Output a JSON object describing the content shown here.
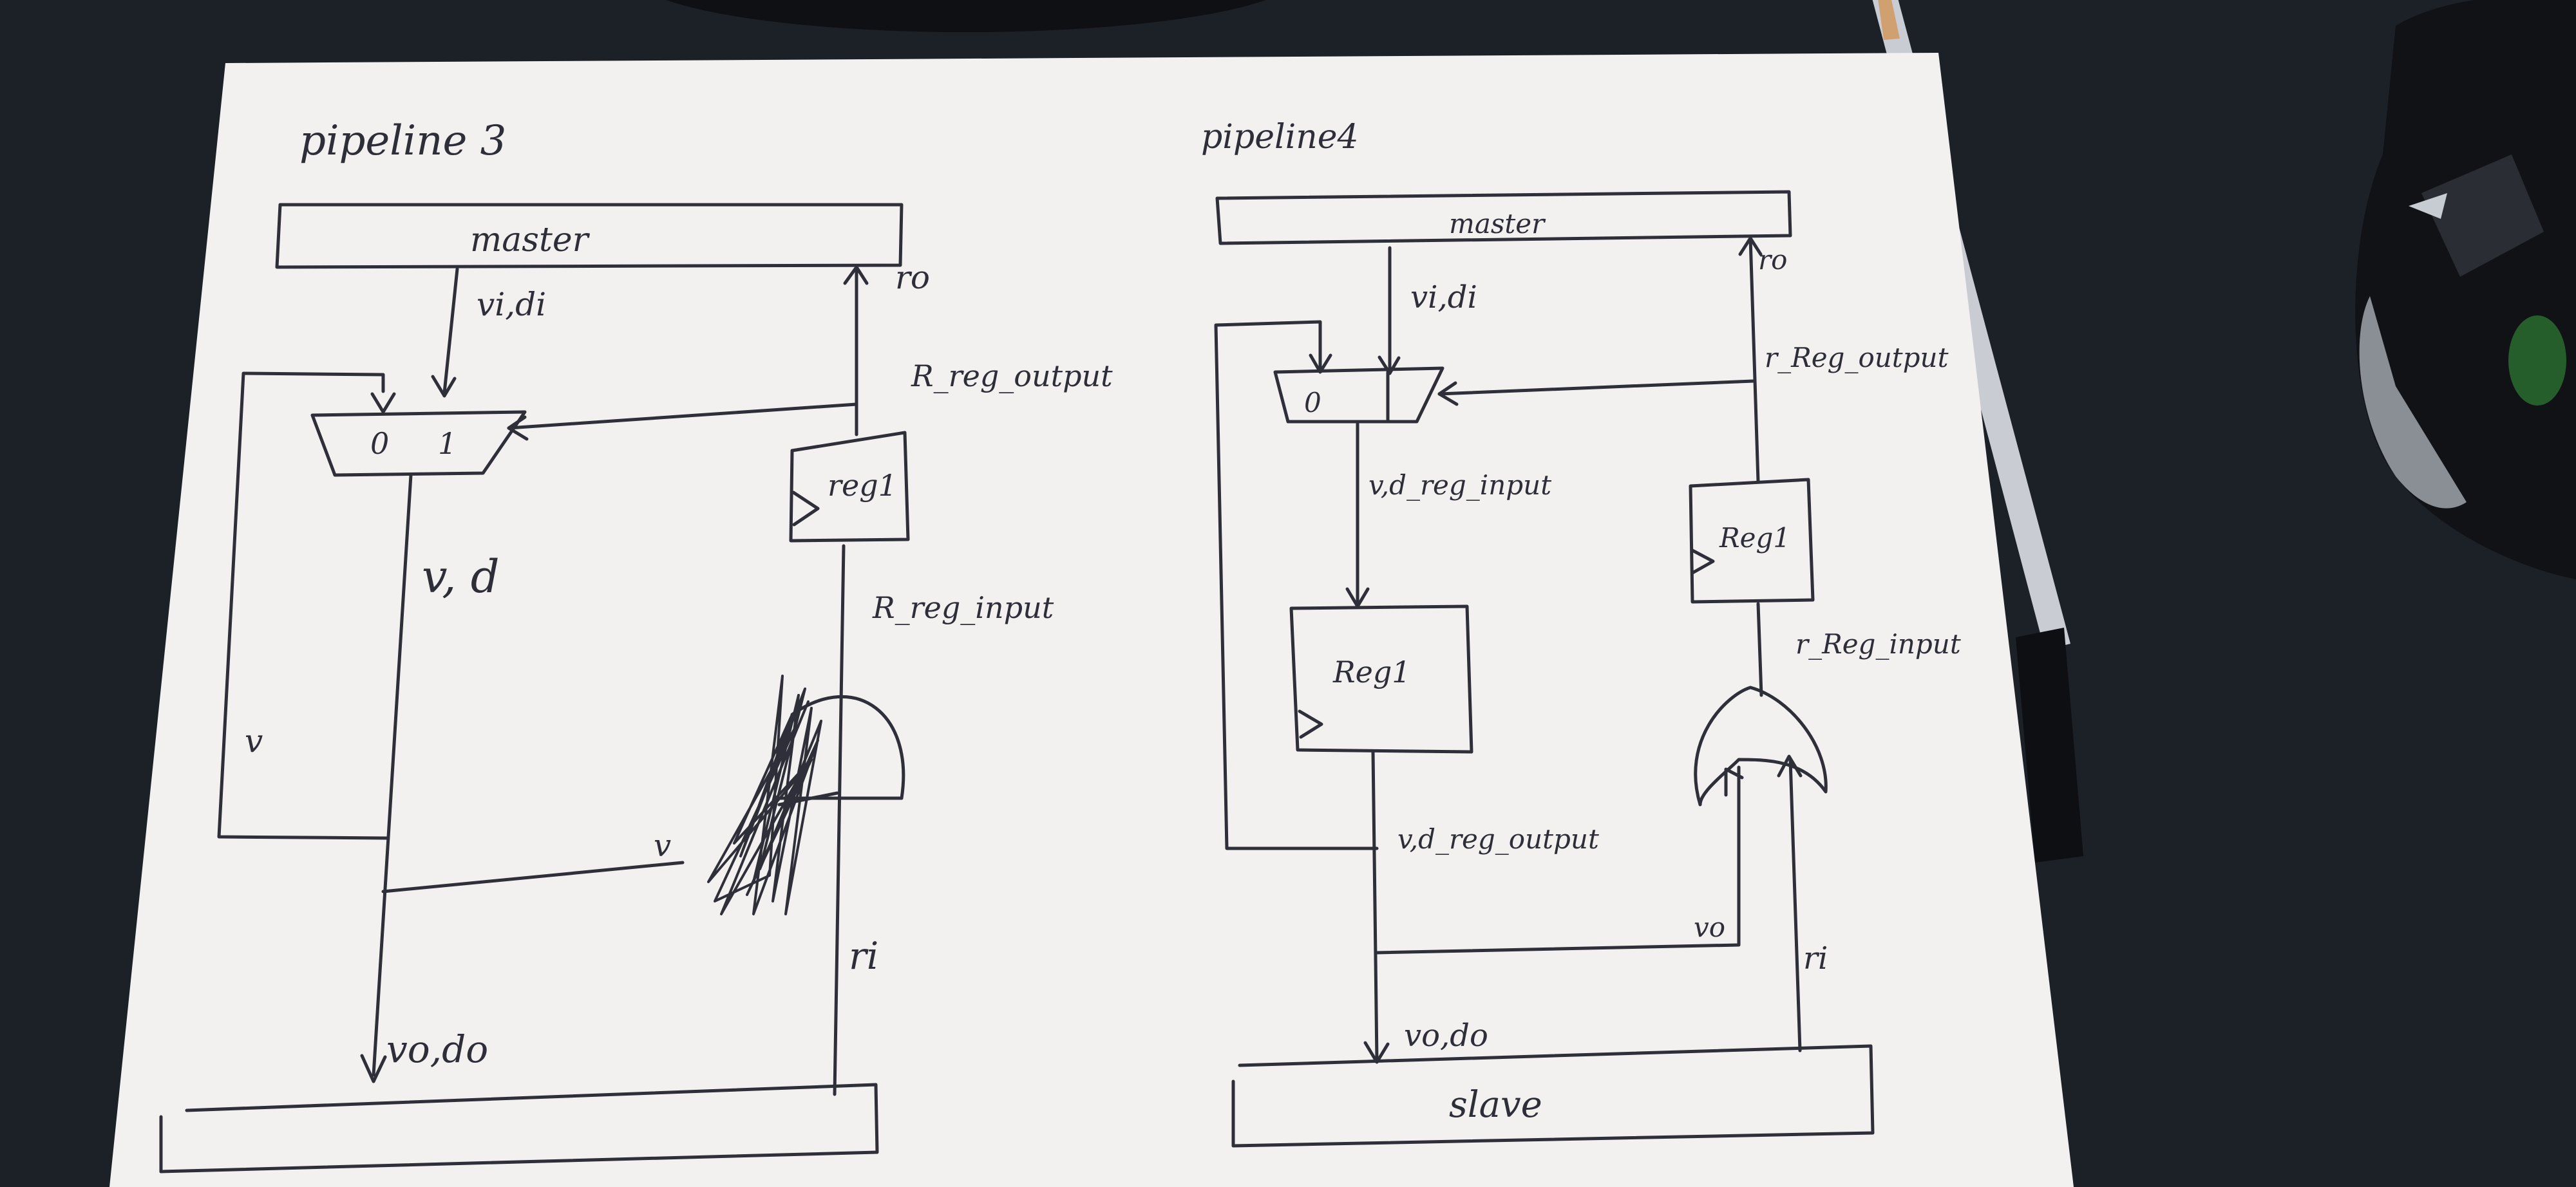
{
  "colors": {
    "desk": "#1c2027",
    "paper": "#f2f1f0",
    "ink": "#2f2f39"
  },
  "left": {
    "title": "pipeline 3",
    "master": "master",
    "vi_di": "vi,di",
    "ro": "ro",
    "r_reg_output": "R_reg_output",
    "mux_0": "0",
    "mux_1": "1",
    "reg": "reg1",
    "v_d": "v, d",
    "r_reg_input": "R_reg_input",
    "v_loop": "v",
    "v_gate": "v",
    "ri": "ri",
    "vo_do": "vo,do"
  },
  "right": {
    "title": "pipeline4",
    "master": "master",
    "vi_di": "vi,di",
    "ro": "ro",
    "r_reg_output": "r_Reg_output",
    "mux_0": "0",
    "vd_reg_input": "v,d_reg_input",
    "reg_r": "Reg1",
    "reg_center": "Reg1",
    "r_reg_input": "r_Reg_input",
    "vd_reg_output": "v,d_reg_output",
    "vo": "vo",
    "ri": "ri",
    "vo_do": "vo,do",
    "slave": "slave"
  }
}
